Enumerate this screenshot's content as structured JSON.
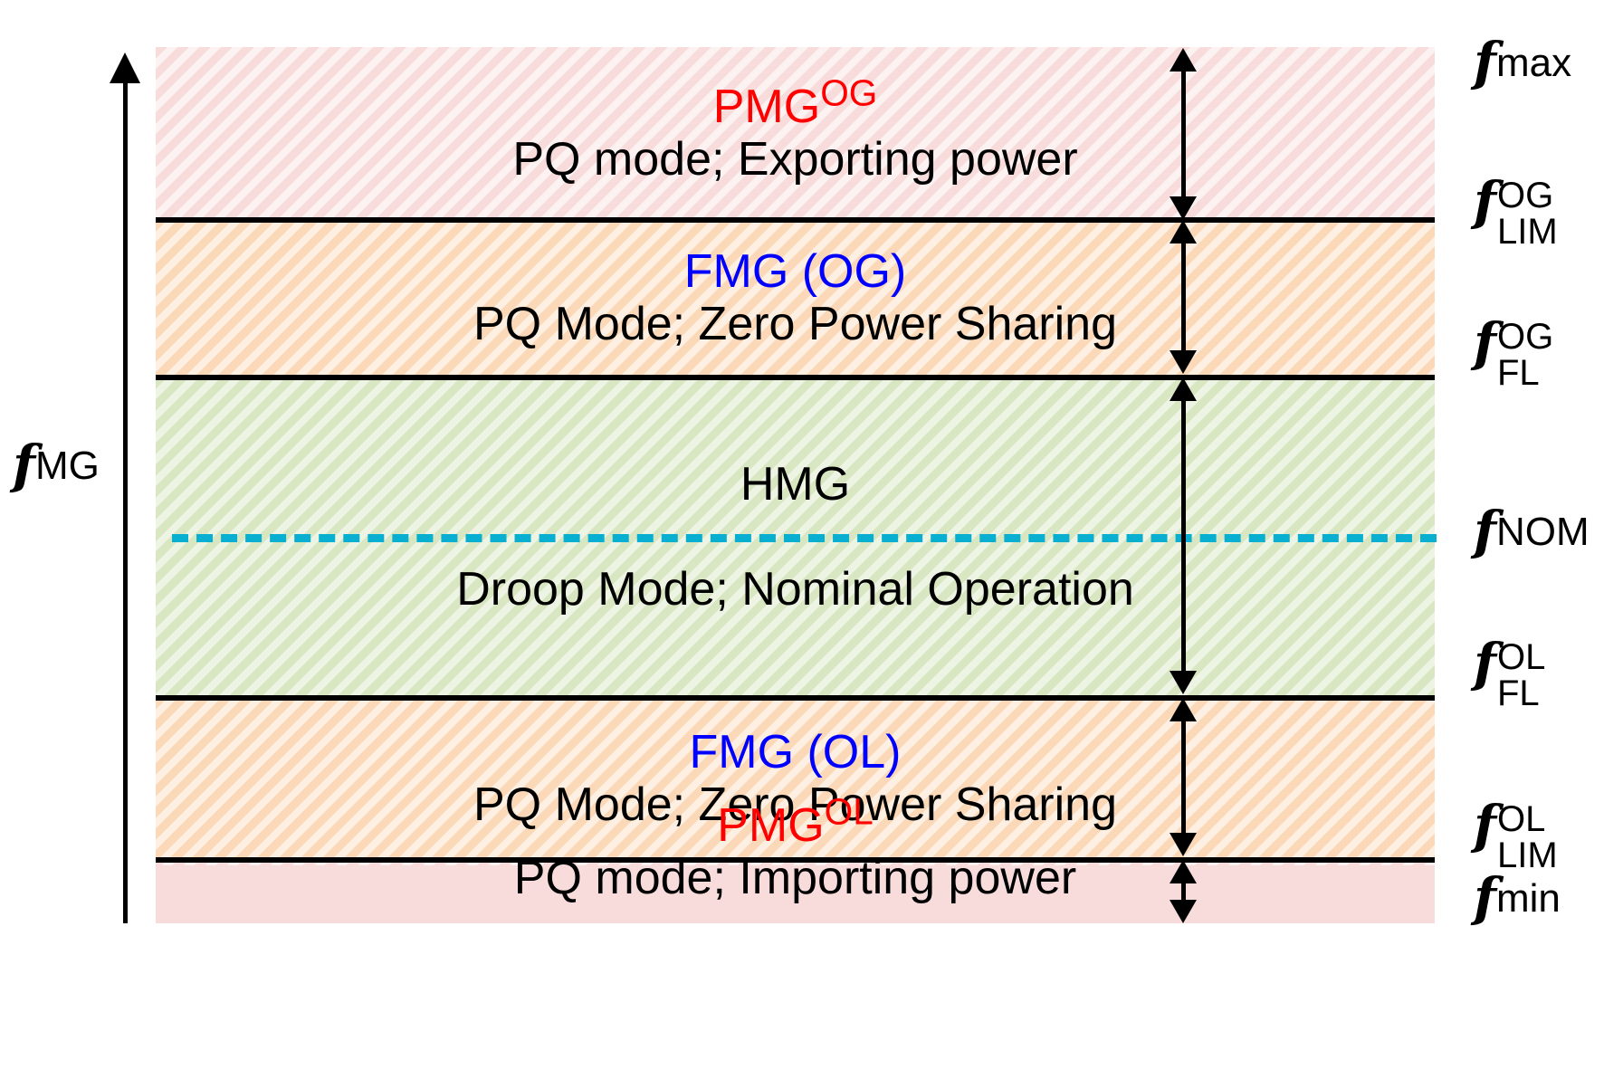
{
  "figure": {
    "type": "diagram",
    "description": "Microgrid frequency-band operating-mode map",
    "y_axis": {
      "label": "f",
      "sublabel": "MG",
      "name": "microgrid-frequency"
    }
  },
  "colors": {
    "pink": "#F8DCDC",
    "orange": "#FBD9B8",
    "green": "#D8E7C2",
    "pmg_text": "#FF0000",
    "fmg_text": "#0000FF",
    "hmg_text": "#000000",
    "nominal_dash": "#09AFD0",
    "rule": "#000000"
  },
  "bands": [
    {
      "id": "pmg-og",
      "title": "PMG",
      "title_sup": "OG",
      "title_color_name": "red",
      "description": "PQ mode; Exporting power",
      "fill": "pink",
      "upper_tick": "f_max",
      "lower_tick": "f_LIM_OG"
    },
    {
      "id": "fmg-og",
      "title": "FMG (OG)",
      "title_sup": "",
      "title_color_name": "blue",
      "description": "PQ Mode; Zero Power Sharing",
      "fill": "orange",
      "upper_tick": "f_LIM_OG",
      "lower_tick": "f_FL_OG"
    },
    {
      "id": "hmg",
      "title": "HMG",
      "title_sup": "",
      "title_color_name": "black",
      "description": "Droop Mode; Nominal Operation",
      "fill": "green",
      "upper_tick": "f_FL_OG",
      "lower_tick": "f_FL_OL"
    },
    {
      "id": "fmg-ol",
      "title": "FMG (OL)",
      "title_sup": "",
      "title_color_name": "blue",
      "description": "PQ Mode; Zero Power Sharing",
      "fill": "orange",
      "upper_tick": "f_FL_OL",
      "lower_tick": "f_LIM_OL"
    },
    {
      "id": "pmg-ol",
      "title": "PMG",
      "title_sup": "OL",
      "title_color_name": "red",
      "description": "PQ mode; Importing power",
      "fill": "pink",
      "upper_tick": "f_LIM_OL",
      "lower_tick": "f_min"
    }
  ],
  "ticks": [
    {
      "id": "f_max",
      "base": "f",
      "sup": "",
      "sub": "max"
    },
    {
      "id": "f_LIM_OG",
      "base": "f",
      "sup": "OG",
      "sub": "LIM"
    },
    {
      "id": "f_FL_OG",
      "base": "f",
      "sup": "OG",
      "sub": "FL"
    },
    {
      "id": "f_NOM",
      "base": "f",
      "sup": "",
      "sub": "NOM"
    },
    {
      "id": "f_FL_OL",
      "base": "f",
      "sup": "OL",
      "sub": "FL"
    },
    {
      "id": "f_LIM_OL",
      "base": "f",
      "sup": "OL",
      "sub": "LIM"
    },
    {
      "id": "f_min",
      "base": "f",
      "sup": "",
      "sub": "min"
    }
  ],
  "nominal_line": {
    "label_ref": "f_NOM",
    "style": "dashed"
  }
}
